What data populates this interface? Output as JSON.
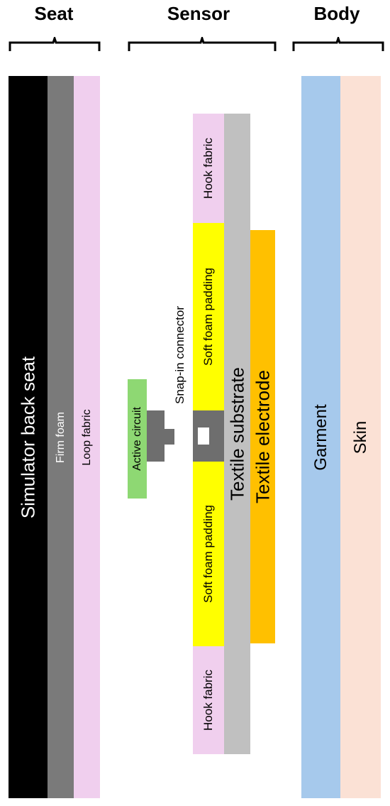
{
  "headers": {
    "seat": "Seat",
    "sensor": "Sensor",
    "body": "Body"
  },
  "layers": {
    "simulator_back_seat": "Simulator back seat",
    "firm_foam": "Firm foam",
    "loop_fabric": "Loop fabric",
    "hook_fabric_top": "Hook fabric",
    "hook_fabric_bottom": "Hook fabric",
    "soft_foam_padding_top": "Soft foam padding",
    "soft_foam_padding_bottom": "Soft foam padding",
    "textile_substrate": "Textile substrate",
    "textile_electrode": "Textile electrode",
    "active_circuit": "Active circuit",
    "snap_in_connector": "Snap-in connector",
    "garment": "Garment",
    "skin": "Skin"
  },
  "colors": {
    "seat_black": "#000000",
    "firm_foam_gray": "#7a7a7a",
    "loop_fabric_pink": "#f0cfee",
    "hook_fabric_pink": "#f0cfee",
    "soft_foam_yellow": "#ffff00",
    "textile_substrate_gray": "#c0c0c0",
    "textile_electrode_orange": "#ffc000",
    "active_circuit_green": "#8ed873",
    "connector_gray": "#6e6e6e",
    "garment_blue": "#a6c9ec",
    "skin_peach": "#fbe1d5"
  }
}
